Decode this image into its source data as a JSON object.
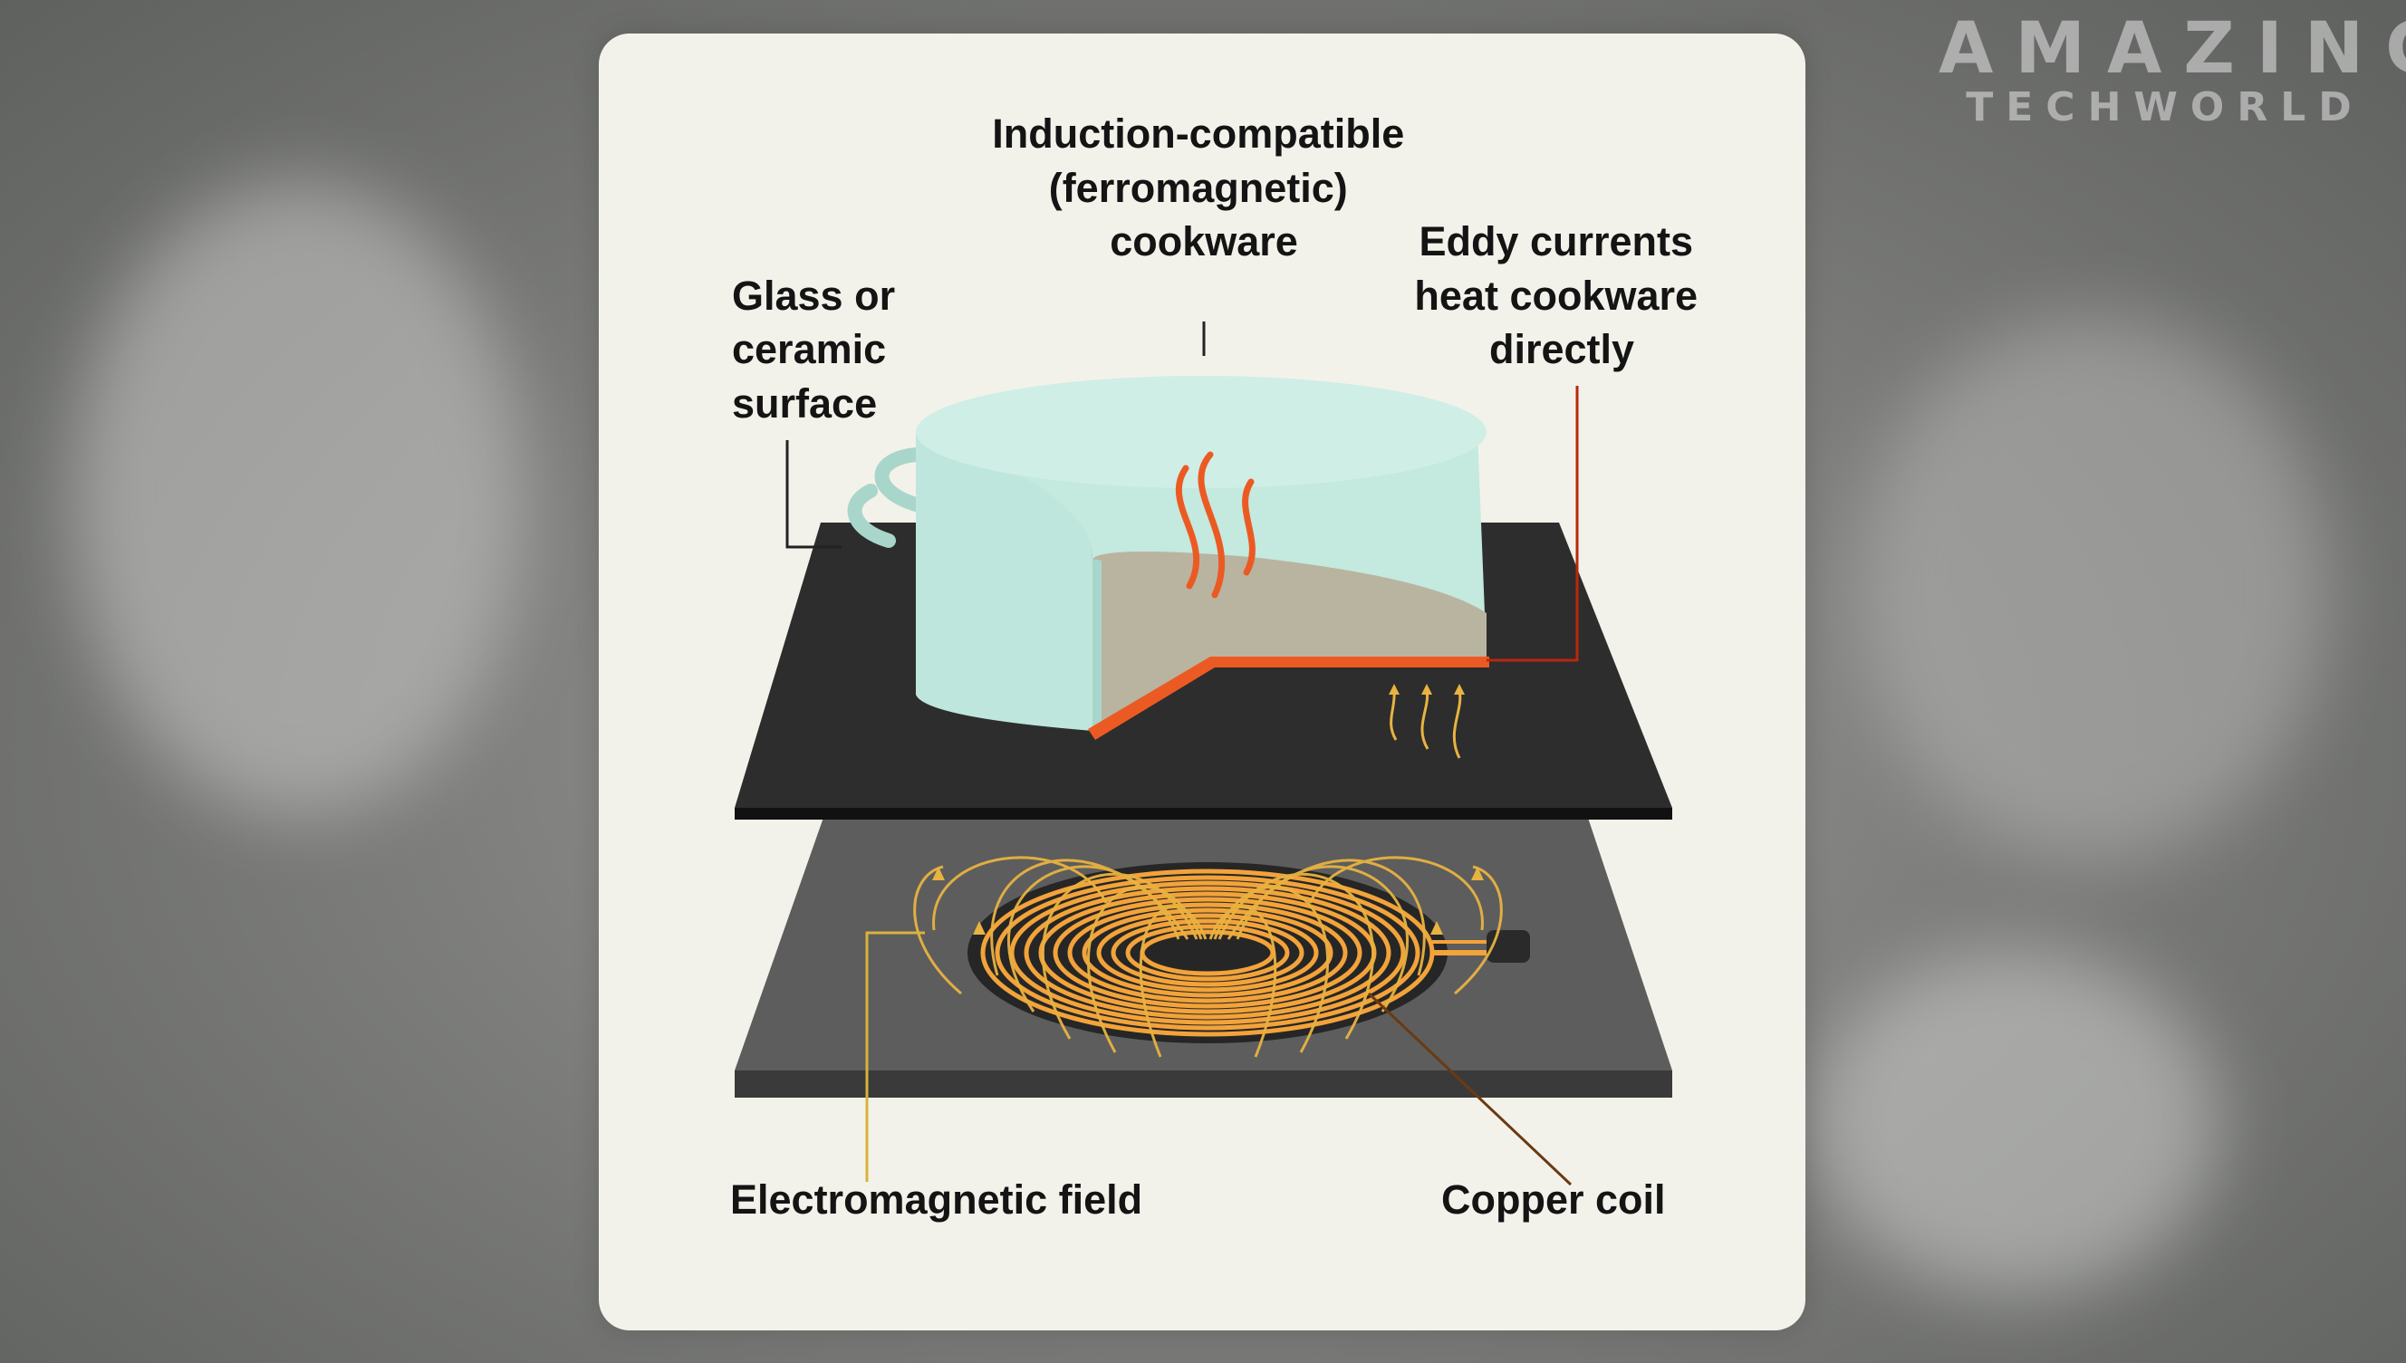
{
  "watermark": {
    "line1": "AMAZING",
    "line2": "TECHWORLD"
  },
  "labels": {
    "cookware": [
      "Induction-compatible",
      "(ferromagnetic)",
      "cookware"
    ],
    "surface": [
      "Glass or",
      "ceramic",
      "surface"
    ],
    "eddy": [
      "Eddy currents",
      "heat cookware",
      "directly"
    ],
    "field": "Electromagnetic field",
    "coil": "Copper coil"
  },
  "colors": {
    "card": "#f3f2ea",
    "pot": "#bfe6dc",
    "glass_top": "#2d2d2d",
    "base_plate": "#5d5d5d",
    "copper": "#f2a33a",
    "eddy": "#ec5a24",
    "leader_dark": "#222222"
  }
}
